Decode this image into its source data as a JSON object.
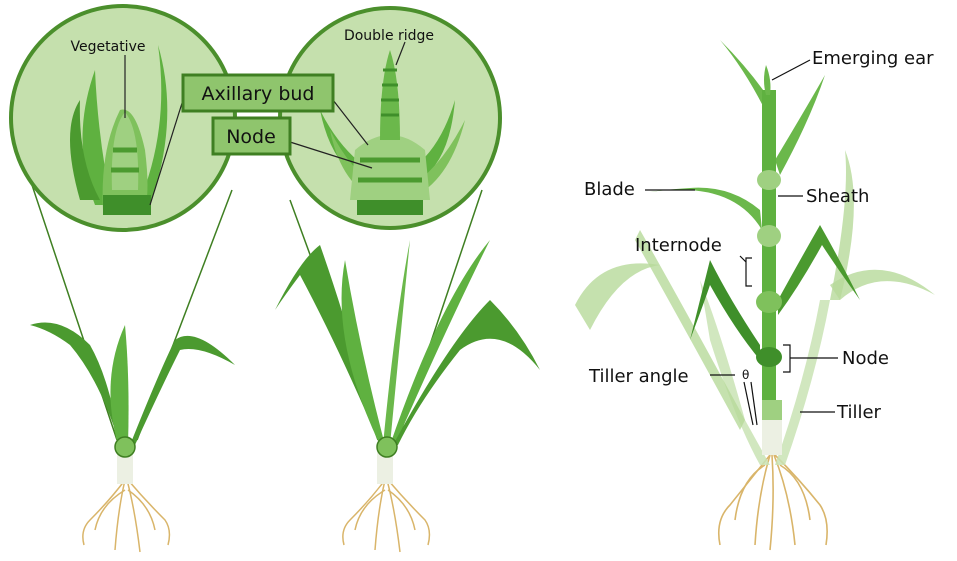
{
  "labels": {
    "vegetative": "Vegetative",
    "double_ridge": "Double ridge",
    "axillary_bud": "Axillary bud",
    "node_box": "Node",
    "emerging_ear": "Emerging ear",
    "blade": "Blade",
    "sheath": "Sheath",
    "internode": "Internode",
    "node": "Node",
    "tiller_angle": "Tiller angle",
    "theta": "θ",
    "tiller": "Tiller"
  },
  "colors": {
    "leaf_dark": "#3f8f2a",
    "leaf_mid": "#5fb140",
    "leaf_light": "#9fd081",
    "leaf_pale": "#c9e3b4",
    "circle_fill": "#c5e0ad",
    "circle_stroke": "#4b8f2c",
    "label_box_fill": "#8fc56d",
    "label_box_stroke": "#3f7f22",
    "root": "#d9b56a",
    "stem_base": "#ecf0e3"
  }
}
